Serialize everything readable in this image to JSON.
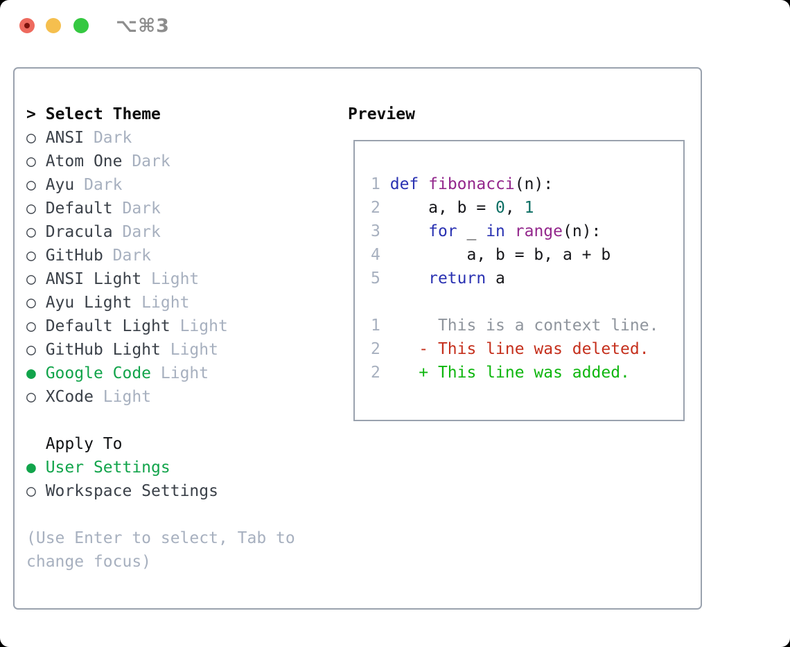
{
  "window": {
    "title": "⌥⌘3"
  },
  "theme_selector": {
    "title_prefix": ">",
    "title": "Select Theme",
    "themes": [
      {
        "label": "ANSI",
        "variant": "Dark",
        "selected": false
      },
      {
        "label": "Atom One",
        "variant": "Dark",
        "selected": false
      },
      {
        "label": "Ayu",
        "variant": "Dark",
        "selected": false
      },
      {
        "label": "Default",
        "variant": "Dark",
        "selected": false
      },
      {
        "label": "Dracula",
        "variant": "Dark",
        "selected": false
      },
      {
        "label": "GitHub",
        "variant": "Dark",
        "selected": false
      },
      {
        "label": "ANSI Light",
        "variant": "Light",
        "selected": false
      },
      {
        "label": "Ayu Light",
        "variant": "Light",
        "selected": false
      },
      {
        "label": "Default Light",
        "variant": "Light",
        "selected": false
      },
      {
        "label": "GitHub Light",
        "variant": "Light",
        "selected": false
      },
      {
        "label": "Google Code",
        "variant": "Light",
        "selected": true
      },
      {
        "label": "XCode",
        "variant": "Light",
        "selected": false
      }
    ],
    "markers": {
      "unselected": "○",
      "selected": "●"
    },
    "apply_to": {
      "title": "Apply To",
      "options": [
        {
          "label": "User Settings",
          "selected": true
        },
        {
          "label": "Workspace Settings",
          "selected": false
        }
      ]
    },
    "hint": "(Use Enter to select, Tab to change focus)"
  },
  "preview": {
    "title": "Preview",
    "lines": [
      {
        "tokens": [
          [
            "ln",
            "1"
          ],
          [
            "pl",
            " "
          ],
          [
            "kw",
            "def"
          ],
          [
            "pl",
            " "
          ],
          [
            "fn",
            "fibonacci"
          ],
          [
            "pl",
            "(n):"
          ]
        ]
      },
      {
        "tokens": [
          [
            "ln",
            "2"
          ],
          [
            "pl",
            "     a, b = "
          ],
          [
            "nu",
            "0"
          ],
          [
            "pl",
            ", "
          ],
          [
            "nu",
            "1"
          ]
        ]
      },
      {
        "tokens": [
          [
            "ln",
            "3"
          ],
          [
            "pl",
            "     "
          ],
          [
            "kw",
            "for"
          ],
          [
            "pl",
            " _ "
          ],
          [
            "kw",
            "in"
          ],
          [
            "pl",
            " "
          ],
          [
            "fn",
            "range"
          ],
          [
            "pl",
            "(n):"
          ]
        ]
      },
      {
        "tokens": [
          [
            "ln",
            "4"
          ],
          [
            "pl",
            "         a, b = b, a + b"
          ]
        ]
      },
      {
        "tokens": [
          [
            "ln",
            "5"
          ],
          [
            "pl",
            "     "
          ],
          [
            "kw",
            "return"
          ],
          [
            "pl",
            " a"
          ]
        ]
      },
      {
        "tokens": []
      },
      {
        "tokens": [
          [
            "ln",
            "1"
          ],
          [
            "ctx",
            "      This is a context line."
          ]
        ]
      },
      {
        "tokens": [
          [
            "ln",
            "2"
          ],
          [
            "del",
            "    - This line was deleted."
          ]
        ]
      },
      {
        "tokens": [
          [
            "ln",
            "2"
          ],
          [
            "add",
            "    + This line was added."
          ]
        ]
      }
    ]
  },
  "colors": {
    "selected_green": "#12a44b",
    "added_green": "#0eb60e",
    "deleted_red": "#c5301d",
    "keyword_blue": "#2a32b2",
    "function_purple": "#93278c",
    "number_teal": "#0b6e63",
    "muted_gray": "#a7b0bf",
    "context_gray": "#8f959d",
    "item_text": "#3b4149",
    "border_gray": "#9aa2ae",
    "traffic_red": "#ee6a5e",
    "traffic_yellow": "#f5bf4e",
    "traffic_green": "#35c841"
  }
}
